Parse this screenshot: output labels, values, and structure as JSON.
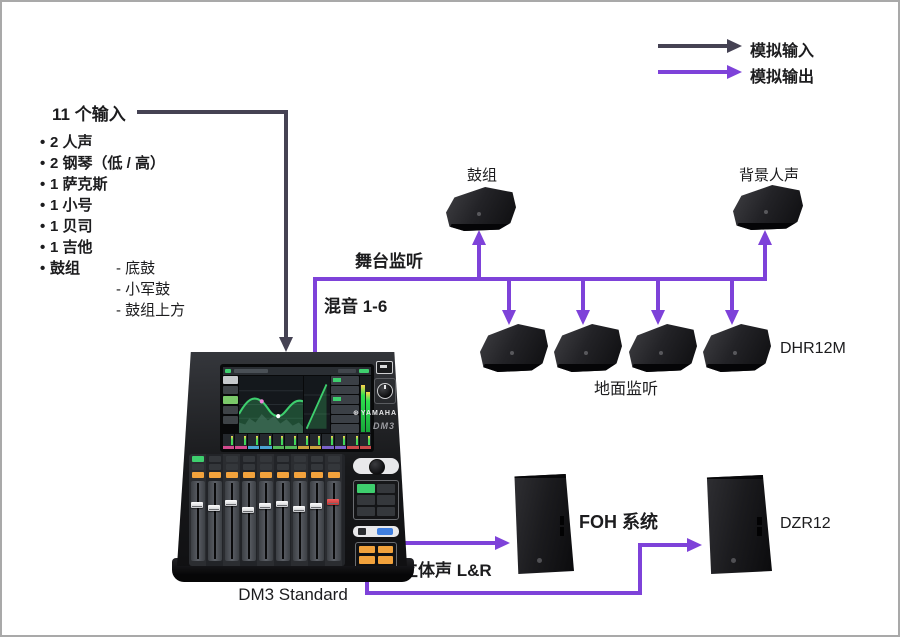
{
  "legend": {
    "analog_input_label": "模拟输入",
    "analog_output_label": "模拟输出",
    "analog_input_color": "#454253",
    "analog_output_color": "#7E42D9"
  },
  "inputs": {
    "title": "11 个输入",
    "bullet": "•",
    "items": [
      "2 人声",
      "2 钢琴（低 / 高）",
      "1 萨克斯",
      "1 小号",
      "1 贝司",
      "1 吉他",
      "鼓组"
    ],
    "drum_subitems": [
      "- 底鼓",
      "- 小军鼓",
      "- 鼓组上方"
    ]
  },
  "monitors": {
    "stage_label": "舞台监听",
    "mix_label": "混音 1-6",
    "drum_wedge_label": "鼓组",
    "backing_vocals_label": "背景人声",
    "floor_label": "地面监听",
    "wedge_model": "DHR12M"
  },
  "foh": {
    "stereo_label": "立体声 L&R",
    "system_label": "FOH 系统",
    "speaker_model": "DZR12"
  },
  "mixer": {
    "caption": "DM3 Standard",
    "brand": "YAMAHA",
    "model": "DM3"
  }
}
